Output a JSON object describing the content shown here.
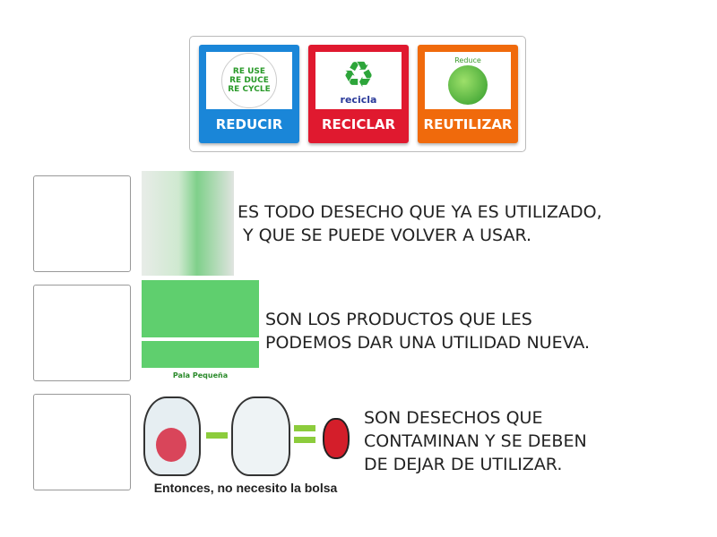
{
  "tiles": [
    {
      "label": "REDUCIR",
      "color": "#1a86d8",
      "image_text": "REUSE REDUCE RECYCLE"
    },
    {
      "label": "RECICLAR",
      "color": "#e0192f",
      "image_text": "recicla"
    },
    {
      "label": "REUTILIZAR",
      "color": "#f06a0c",
      "image_text": "Reduce"
    }
  ],
  "rows": [
    {
      "text": "ES TODO DESECHO QUE YA ES UTILIZADO,\n Y QUE SE PUEDE VOLVER A USAR."
    },
    {
      "text": "SON LOS PRODUCTOS QUE LES\nPODEMOS DAR UNA UTILIDAD NUEVA.",
      "caption": "Pala Pequeña"
    },
    {
      "text": "SON DESECHOS QUE\nCONTAMINAN Y SE DEBEN\nDE DEJAR DE UTILIZAR.",
      "caption": "Entonces, no necesito la bolsa"
    }
  ]
}
